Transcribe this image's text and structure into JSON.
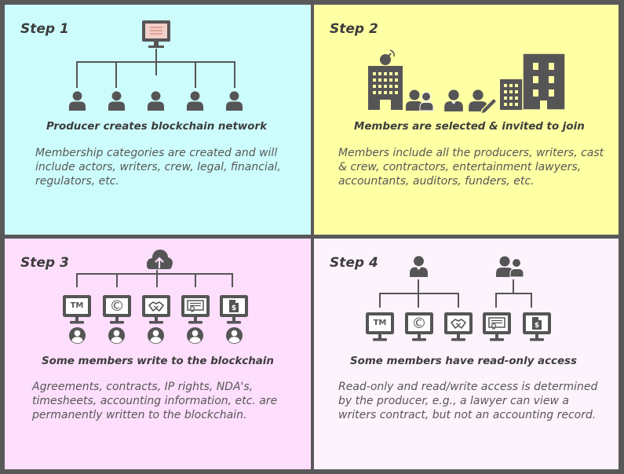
{
  "colors": {
    "frame": "#5a595a",
    "icon": "#565556",
    "panel1": "#ccfdfc",
    "panel2": "#ffffa4",
    "panel3": "#fddefc",
    "panel4": "#fdf3fd"
  },
  "panels": [
    {
      "step": "Step 1",
      "heading": "Producer creates blockchain network",
      "body": [
        "Membership categories are created and will",
        "include actors, writers, crew, legal, financial,",
        "regulators, etc."
      ],
      "icons": [
        "monitor-icon",
        "person-icon",
        "person-icon",
        "person-icon",
        "person-icon",
        "person-icon"
      ]
    },
    {
      "step": "Step 2",
      "heading": "Members are selected & invited to join",
      "body": [
        "Members include all the producers, writers, cast",
        "& crew, contractors, entertainment lawyers,",
        "accountants, auditors, funders, etc."
      ],
      "icons": [
        "building-satellite-icon",
        "group-icon",
        "businessman-icon",
        "writer-icon",
        "office-buildings-icon"
      ]
    },
    {
      "step": "Step 3",
      "heading": "Some members write to the blockchain",
      "body": [
        "Agreements, contracts, IP rights, NDA's,",
        "timesheets, accounting information, etc. are",
        "permanently written to the blockchain."
      ],
      "icons": [
        "cloud-upload-icon",
        "trademark-monitor-icon",
        "copyright-monitor-icon",
        "handshake-monitor-icon",
        "certificate-monitor-icon",
        "invoice-monitor-icon",
        "user-circle-icon"
      ]
    },
    {
      "step": "Step 4",
      "heading": "Some members have read-only access",
      "body": [
        "Read-only and read/write access is determined",
        "by the producer, e.g., a lawyer can view a",
        "writers contract, but not an accounting record."
      ],
      "icons": [
        "businessman-icon",
        "group-icon",
        "trademark-monitor-icon",
        "copyright-monitor-icon",
        "handshake-monitor-icon",
        "certificate-monitor-icon",
        "invoice-monitor-icon"
      ]
    }
  ],
  "monitor_glyphs": {
    "trademark": "TM",
    "copyright": "©",
    "invoice": "$"
  }
}
